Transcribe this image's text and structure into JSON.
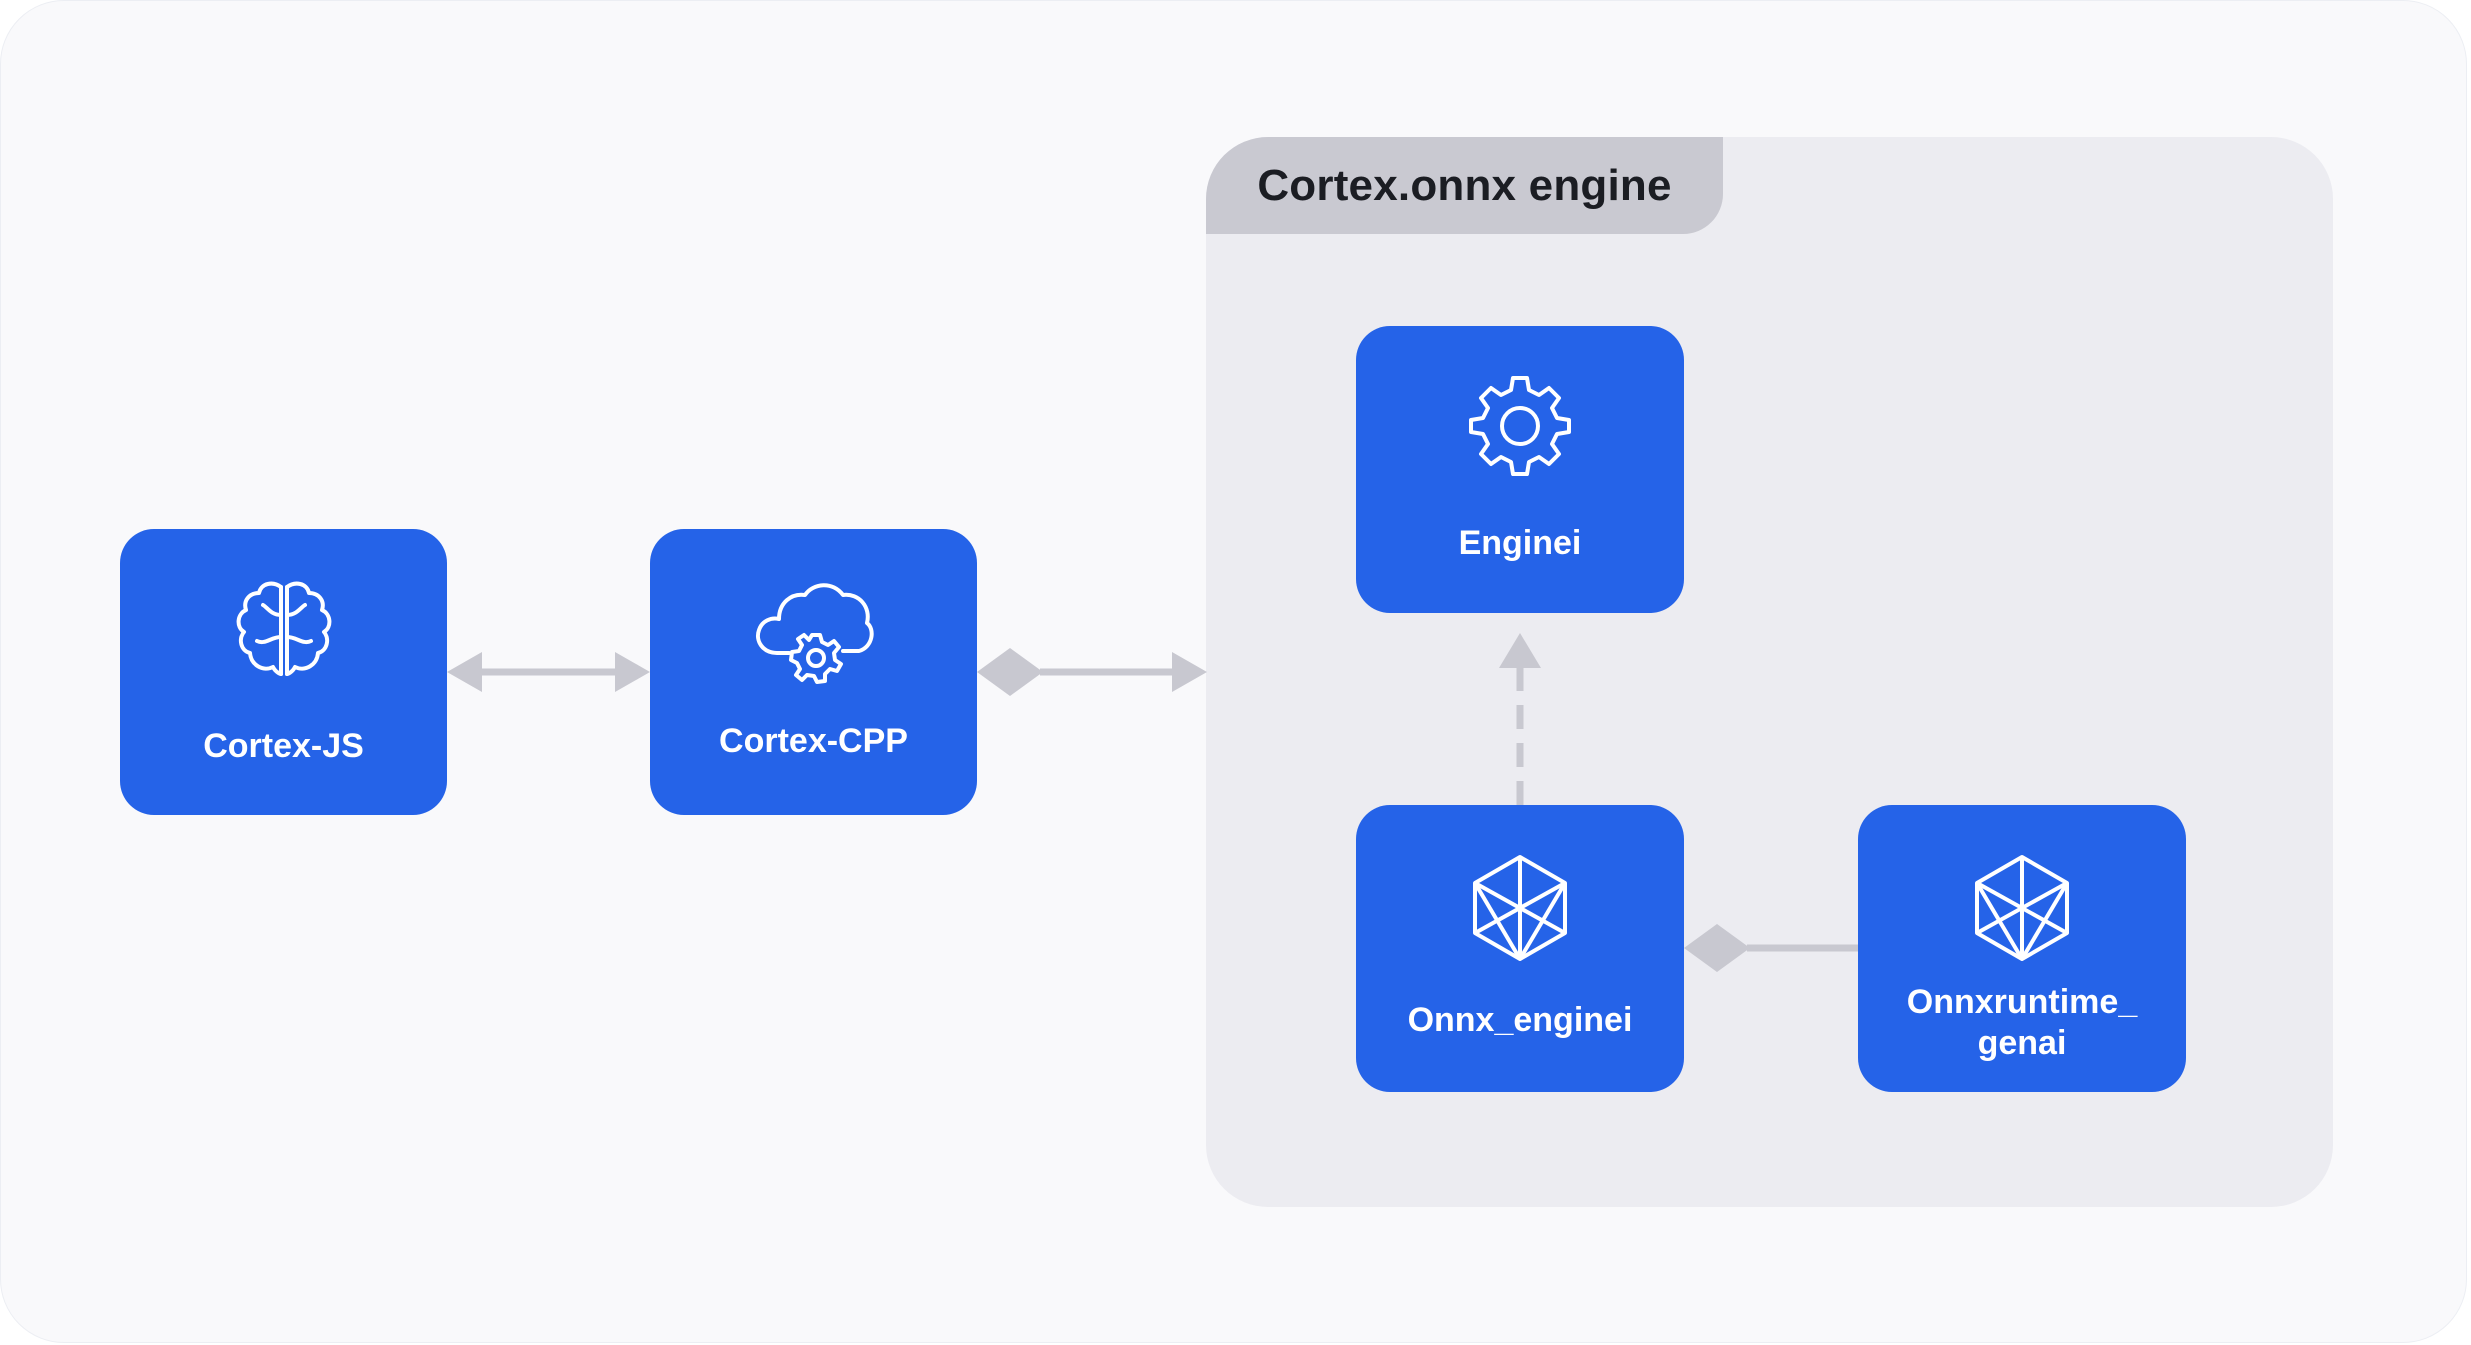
{
  "colors": {
    "background": "#f9f9fb",
    "group_fill": "#ececf1",
    "group_tab": "#c9c9d1",
    "node_fill": "#2563e8",
    "node_text": "#ffffff",
    "connector": "#c8c8d0"
  },
  "group": {
    "title": "Cortex.onnx engine"
  },
  "nodes": {
    "cortex_js": {
      "label": "Cortex-JS",
      "icon": "brain-icon"
    },
    "cortex_cpp": {
      "label": "Cortex-CPP",
      "icon": "cloud-gear-icon"
    },
    "enginei": {
      "label": "Enginei",
      "icon": "gear-icon"
    },
    "onnx_enginei": {
      "label": "Onnx_enginei",
      "icon": "onnx-icon"
    },
    "onnxruntime_genai": {
      "label_line1": "Onnxruntime_",
      "label_line2": "genai",
      "icon": "onnx-icon"
    }
  },
  "edges": [
    {
      "from": "Cortex-JS",
      "to": "Cortex-CPP",
      "style": "bidirectional-arrow"
    },
    {
      "from": "Cortex-CPP",
      "to": "Cortex.onnx engine",
      "style": "aggregation-diamond-arrow"
    },
    {
      "from": "Onnx_enginei",
      "to": "Enginei",
      "style": "dashed-arrow"
    },
    {
      "from": "Onnxruntime_genai",
      "to": "Onnx_enginei",
      "style": "aggregation-diamond"
    }
  ]
}
